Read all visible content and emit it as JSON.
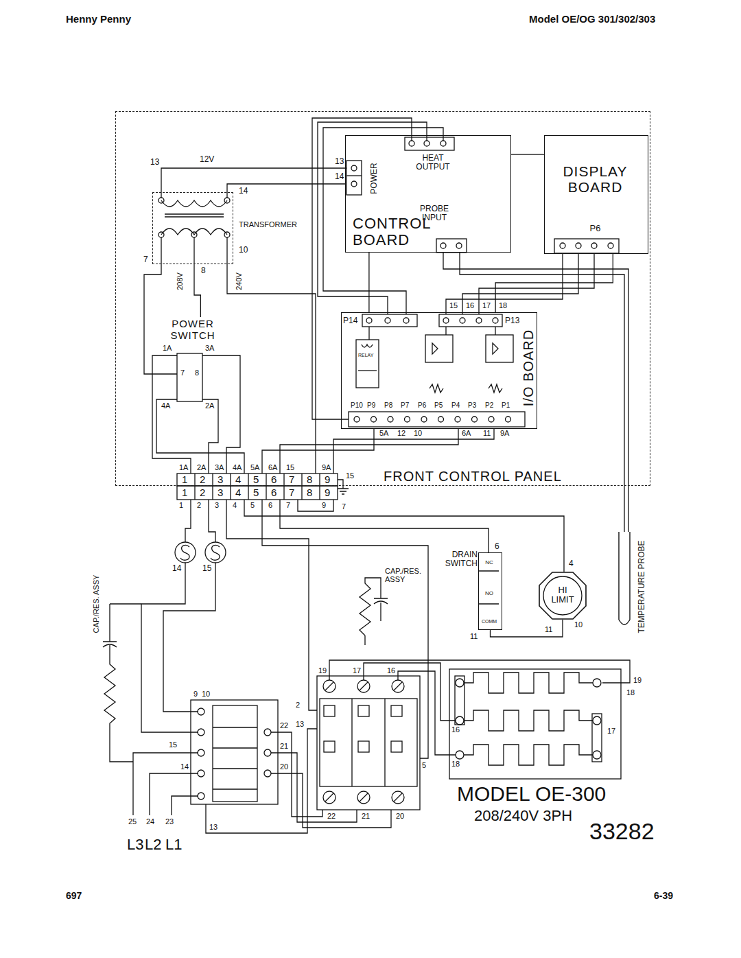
{
  "diagram": {
    "nodes": [
      {
        "text": [
          "FRONT CONTROL PANEL"
        ]
      },
      {
        "text": [
          "CONTROL BOARD",
          "HEAT OUTPUT",
          "PROBE INPUT",
          "POWER"
        ],
        "in": 0
      },
      {
        "text": [
          "DISPLAY BOARD",
          "P6"
        ],
        "in": 0
      },
      {
        "text": [
          "TRANSFORMER"
        ],
        "in": 0
      },
      {
        "text": [
          "POWER SWITCH"
        ],
        "in": 0
      },
      {
        "text": [
          "I/O BOARD",
          "P14",
          "P13",
          "RELAY"
        ],
        "in": 0
      },
      {
        "text": [
          "DRAIN SWITCH",
          "NC",
          "NO",
          "COMM"
        ]
      },
      {
        "text": [
          "HI LIMIT"
        ]
      },
      {
        "text": [
          "TEMPERATURE PROBE"
        ]
      }
    ],
    "edges": [
      {
        "from": 1,
        "to": 2,
        "arrow": "none"
      },
      {
        "from": 3,
        "to": 1,
        "arrow": "none"
      },
      {
        "from": 5,
        "to": 2,
        "arrow": "none"
      },
      {
        "from": 5,
        "to": 1,
        "arrow": "none"
      },
      {
        "from": 4,
        "to": 3,
        "arrow": "none"
      },
      {
        "from": 6,
        "to": 7,
        "arrow": "none"
      },
      {
        "from": 8,
        "to": 1,
        "arrow": "none"
      }
    ],
    "labels": [
      "Henny Penny",
      "Model OE/OG 301/302/303",
      "12V",
      "13",
      "13",
      "14",
      "14",
      "7",
      "8",
      "10",
      "208V",
      "240V",
      "1A",
      "3A",
      "7",
      "8",
      "4A",
      "2A",
      "15",
      "16",
      "17",
      "18",
      "P10",
      "P9",
      "P8",
      "P7",
      "P6",
      "P5",
      "P4",
      "P3",
      "P2",
      "P1",
      "5A",
      "12",
      "10",
      "6A",
      "11",
      "9A",
      "1A",
      "2A",
      "3A",
      "4A",
      "5A",
      "6A",
      "15",
      "9A",
      "1",
      "2",
      "3",
      "4",
      "5",
      "6",
      "7",
      "8",
      "9",
      "1",
      "2",
      "3",
      "4",
      "5",
      "6",
      "7",
      "8",
      "9",
      "1",
      "2",
      "3",
      "4",
      "5",
      "6",
      "7",
      "9",
      "15",
      "7",
      "14",
      "15",
      "CAP./RES. ASSY",
      "CAP./RES. ASSY",
      "6",
      "11",
      "11",
      "10",
      "4",
      "9",
      "10",
      "15",
      "14",
      "22",
      "21",
      "20",
      "13",
      "19",
      "17",
      "16",
      "2",
      "13",
      "5",
      "22",
      "21",
      "20",
      "19",
      "18",
      "16",
      "17",
      "18",
      "25",
      "24",
      "23",
      "L3",
      "L2",
      "L1",
      "MODEL OE-300",
      "208/240V 3PH",
      "33282",
      "697",
      "6-39"
    ]
  }
}
